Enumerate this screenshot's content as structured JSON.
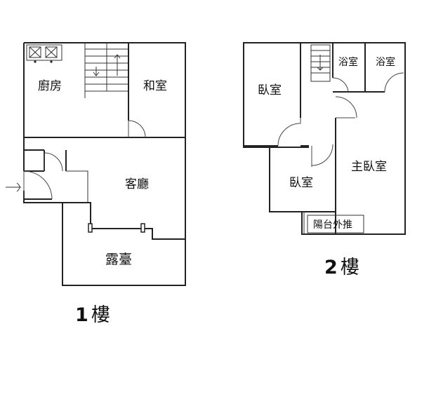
{
  "floor1": {
    "label_num": "1",
    "label_text": "樓",
    "rooms": {
      "kitchen": "廚房",
      "japanese_room": "和室",
      "living_room": "客廳",
      "terrace": "露臺"
    }
  },
  "floor2": {
    "label_num": "2",
    "label_text": "樓",
    "rooms": {
      "bedroom_left": "臥室",
      "bath_1": "浴室",
      "bath_2": "浴室",
      "master_bedroom": "主臥室",
      "bedroom_bottom": "臥室",
      "balcony": "陽台外推"
    }
  }
}
